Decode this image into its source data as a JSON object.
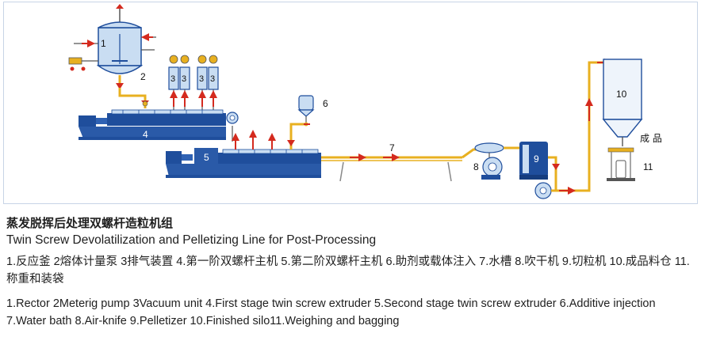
{
  "diagram": {
    "labels": {
      "n1": "1",
      "n2": "2",
      "n3a": "3",
      "n3b": "3",
      "n3c": "3",
      "n3d": "3",
      "n4": "4",
      "n5": "5",
      "n6": "6",
      "n7": "7",
      "n8": "8",
      "n9": "9",
      "n10": "10",
      "n11": "11",
      "product": "成 品"
    },
    "colors": {
      "steel_blue": "#1f4e9c",
      "light_blue": "#c9ddf2",
      "pipe_yellow": "#e8b020",
      "arrow_red": "#d42a1e",
      "silo_fill": "#eef4fb"
    }
  },
  "title_cn": "蒸发脱挥后处理双螺杆造粒机组",
  "title_en": "Twin Screw Devolatilization and Pelletizing Line for Post-Processing",
  "legend_cn": "1.反应釜 2熔体计量泵 3排气装置 4.第一阶双螺杆主机 5.第二阶双螺杆主机 6.助剂或载体注入 7.水槽 8.吹干机 9.切粒机 10.成品料仓 11.称重和装袋",
  "legend_en": "1.Rector 2Meterig pump 3Vacuum unit 4.First stage twin screw extruder 5.Second stage twin screw extruder 6.Additive injection 7.Water bath 8.Air-knife 9.Pelletizer 10.Finished silo11.Weighing and bagging"
}
